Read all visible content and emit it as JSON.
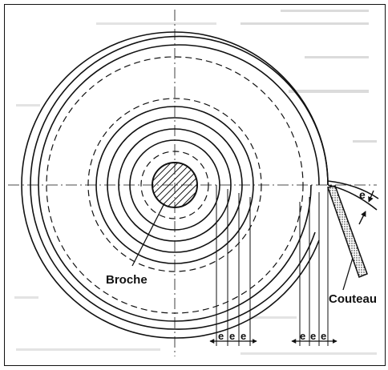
{
  "diagram": {
    "labels": {
      "spindle": "Broche",
      "knife": "Couteau",
      "thickness_symbol": "e"
    },
    "spacing_marks": {
      "left_group": [
        "e",
        "e",
        "e"
      ],
      "right_group": [
        "e",
        "e",
        "e"
      ]
    },
    "colors": {
      "ink": "#111111",
      "bleed_text": "#9a9a9a",
      "paper": "#ffffff"
    }
  }
}
